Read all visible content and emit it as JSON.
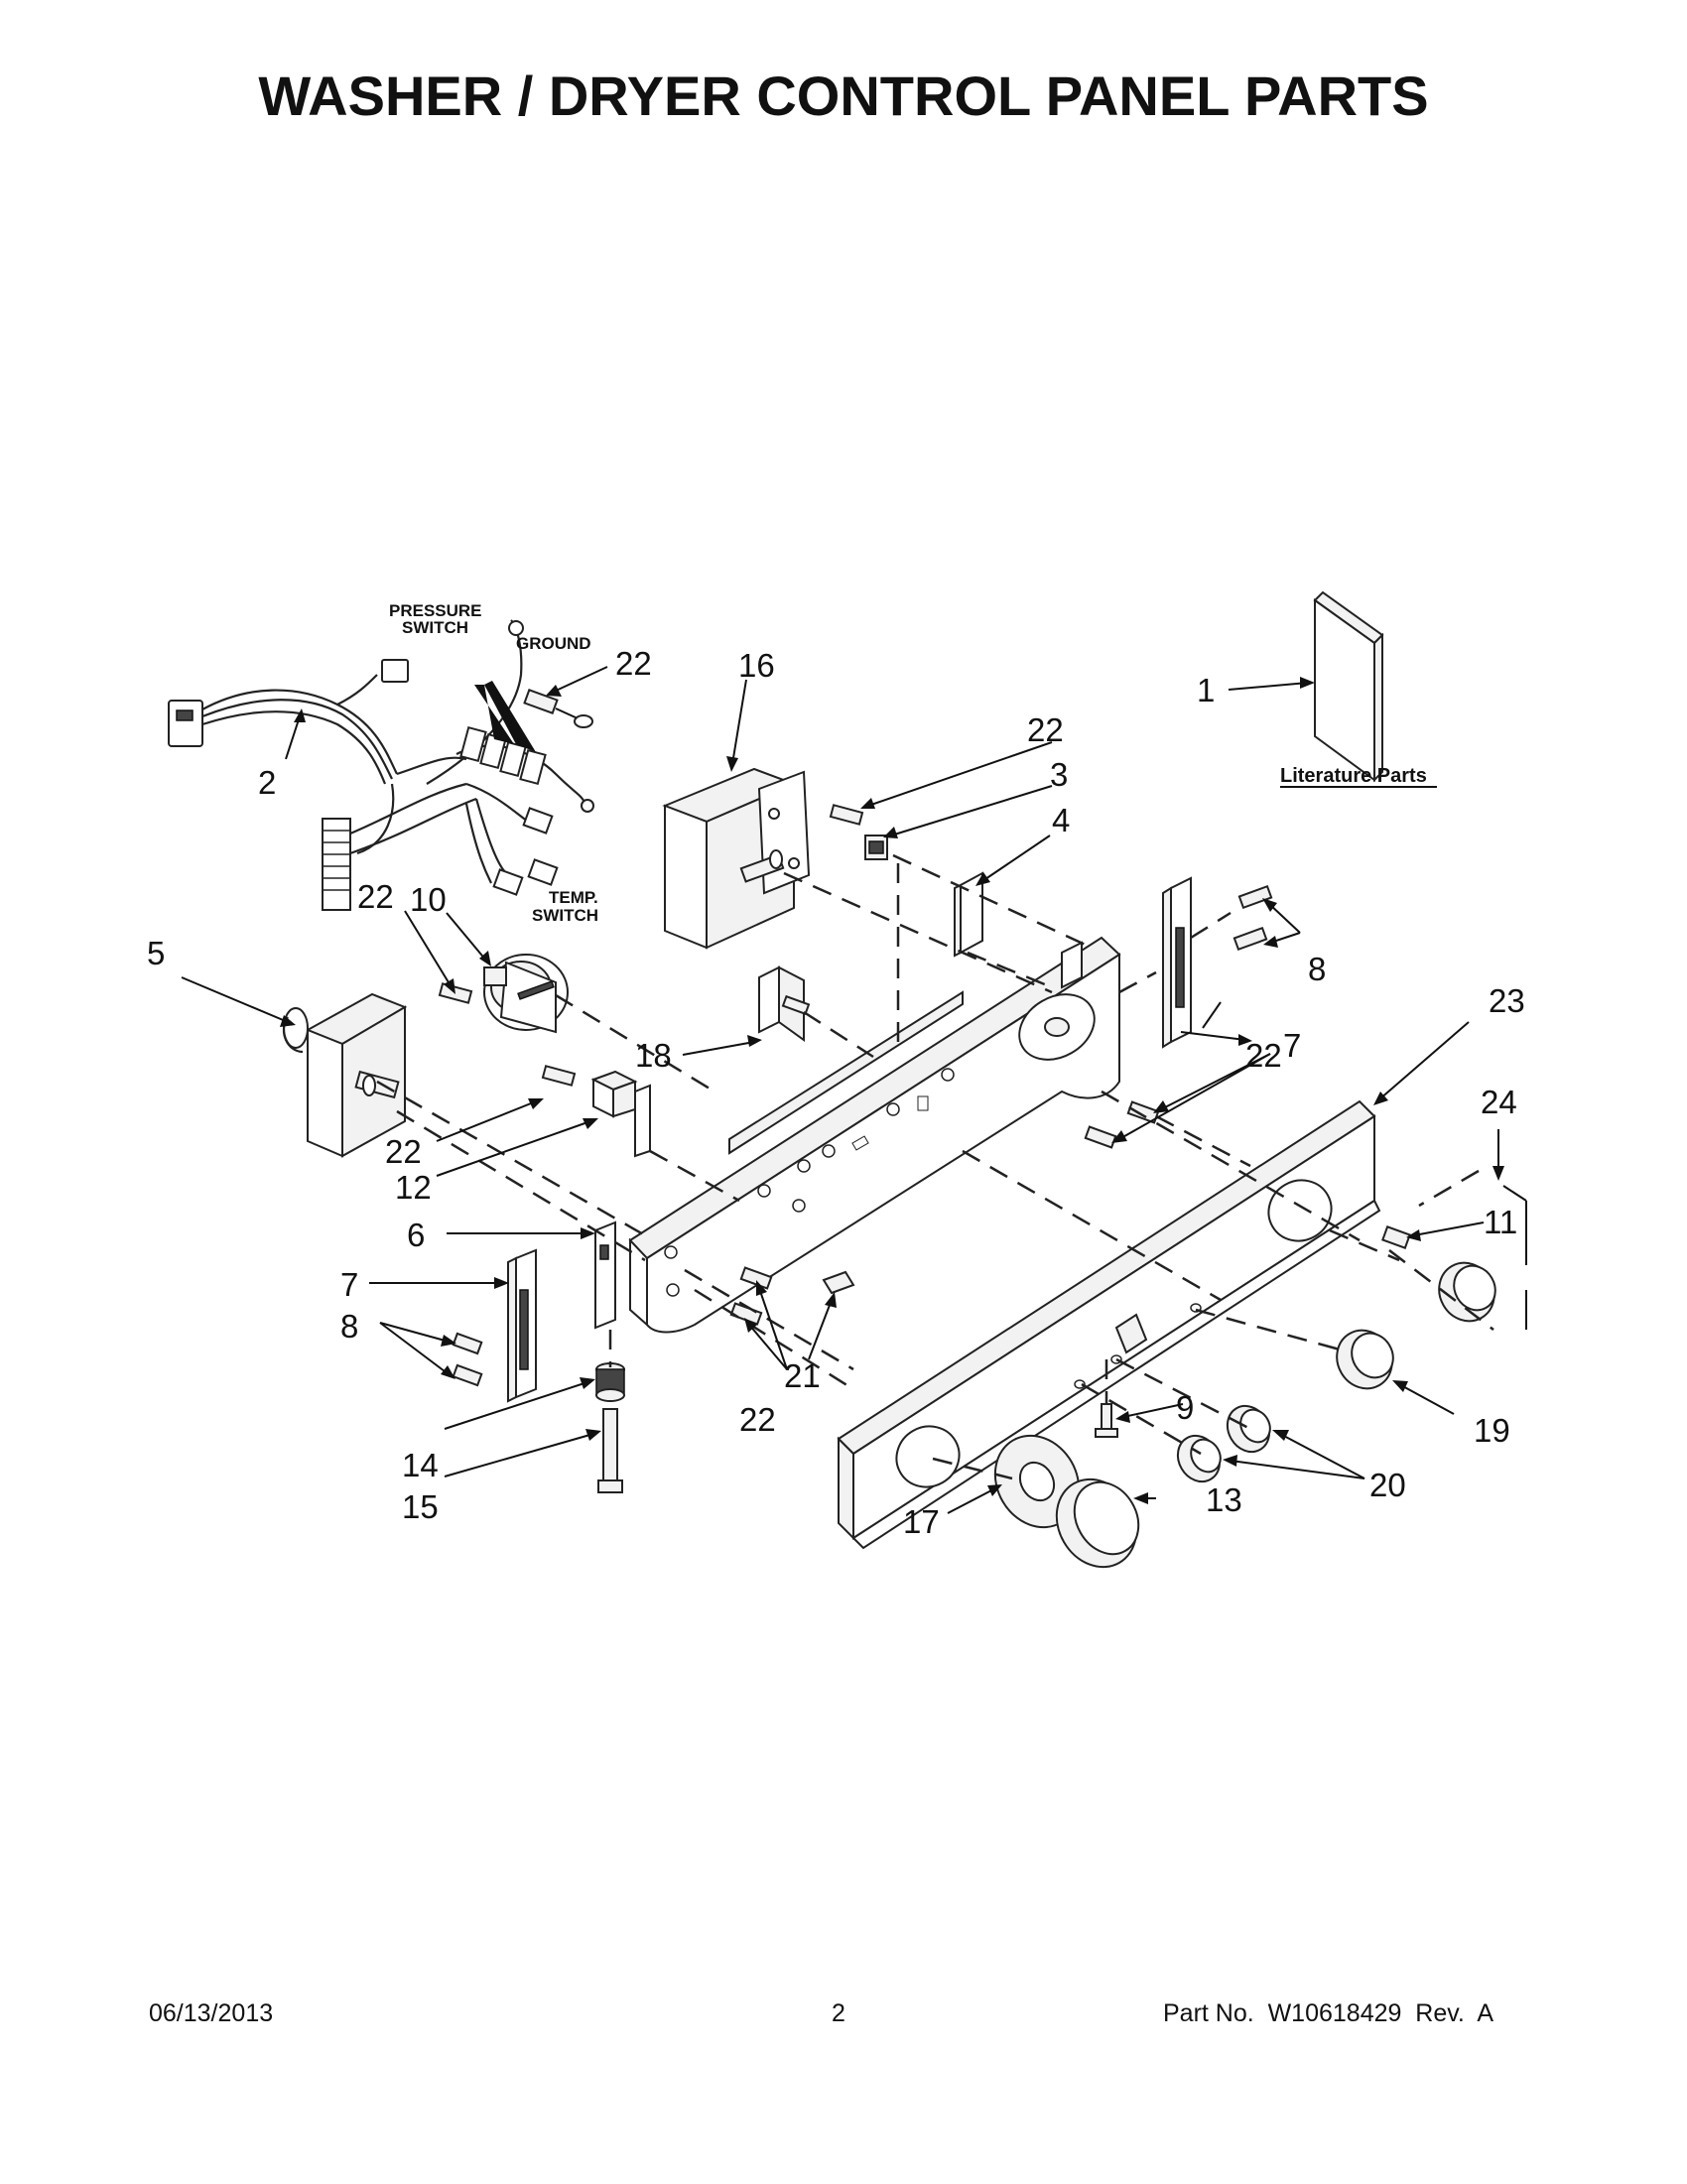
{
  "title": "WASHER / DRYER CONTROL PANEL PARTS",
  "labels": {
    "pressure_switch_1": "PRESSURE",
    "pressure_switch_2": "SWITCH",
    "ground": "GROUND",
    "temp_switch_1": "TEMP.",
    "temp_switch_2": "SWITCH",
    "literature_parts": "Literature Parts"
  },
  "callouts": {
    "c1": "1",
    "c2": "2",
    "c3": "3",
    "c4": "4",
    "c5": "5",
    "c6": "6",
    "c7a": "7",
    "c7b": "7",
    "c8a": "8",
    "c8b": "8",
    "c9": "9",
    "c10": "10",
    "c11": "11",
    "c12": "12",
    "c13": "13",
    "c14": "14",
    "c15": "15",
    "c16": "16",
    "c17": "17",
    "c18": "18",
    "c19": "19",
    "c20": "20",
    "c21": "21",
    "c22a": "22",
    "c22b": "22",
    "c22c": "22",
    "c22d": "22",
    "c22e": "22",
    "c22f": "22",
    "c23": "23",
    "c24": "24"
  },
  "footer": {
    "date": "06/13/2013",
    "page": "2",
    "part_no": "Part No.  W10618429  Rev.  A"
  }
}
